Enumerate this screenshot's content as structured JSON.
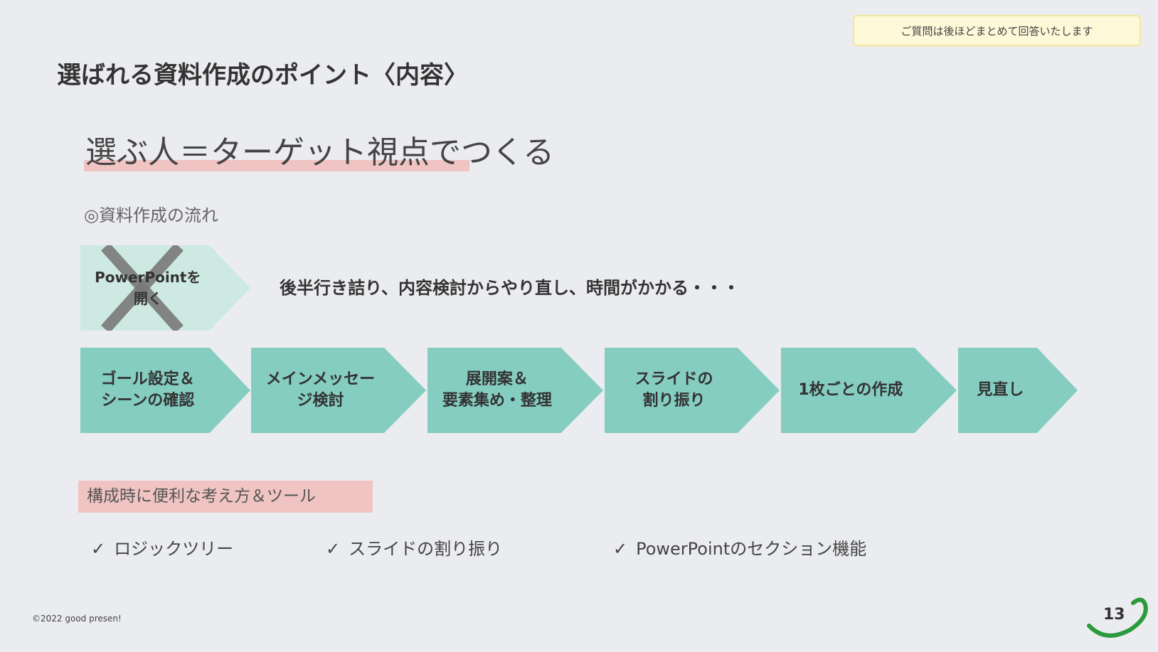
{
  "notice": "ご質問は後ほどまとめて回答いたします",
  "title": "選ばれる資料作成のポイント〈内容〉",
  "subtitle": "選ぶ人＝ターゲット視点でつくる",
  "flow_label": "◎資料作成の流れ",
  "wrong_step": {
    "line1": "PowerPointを",
    "line2": "開く"
  },
  "wrong_comment": "後半行き詰り、内容検討からやり直し、時間がかかる・・・",
  "steps": [
    {
      "line1": "ゴール設定＆",
      "line2": "シーンの確認"
    },
    {
      "line1": "メインメッセー",
      "line2": "ジ検討"
    },
    {
      "line1": "展開案＆",
      "line2": "要素集め・整理"
    },
    {
      "line1": "スライドの",
      "line2": "割り振り"
    },
    {
      "line1": "1枚ごとの作成",
      "line2": ""
    },
    {
      "line1": "見直し",
      "line2": ""
    }
  ],
  "tools_label": "構成時に便利な考え方＆ツール",
  "tools": [
    "ロジックツリー",
    "スライドの割り振り",
    "PowerPointのセクション機能"
  ],
  "check_mark": "✓",
  "copyright": "©2022 good presen!",
  "page_number": "13",
  "colors": {
    "step": "#85cdc0",
    "faded": "#cde9e2",
    "highlight": "#f0c4c2",
    "logo": "#2a9a3c"
  }
}
